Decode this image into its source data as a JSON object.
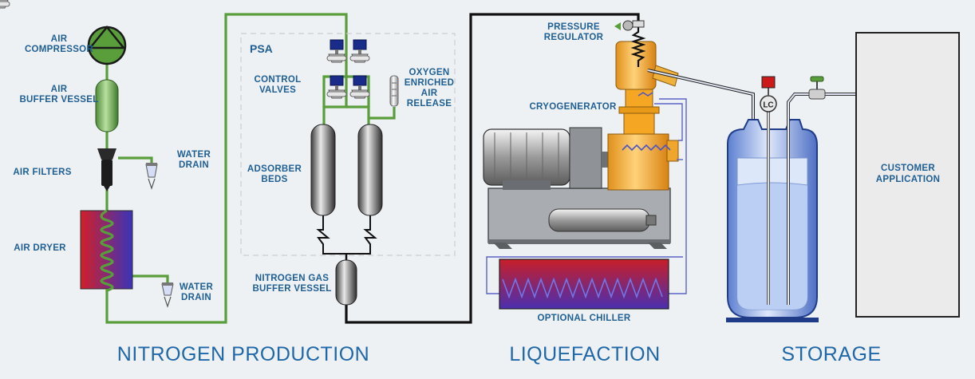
{
  "sections": {
    "production": "NITROGEN PRODUCTION",
    "liquefaction": "LIQUEFACTION",
    "storage": "STORAGE"
  },
  "labels": {
    "air_compressor": [
      "AIR",
      "COMPRESSOR"
    ],
    "air_buffer_vessel": [
      "AIR",
      "BUFFER VESSEL"
    ],
    "air_filters": [
      "AIR FILTERS"
    ],
    "water_drain_1": [
      "WATER",
      "DRAIN"
    ],
    "air_dryer": [
      "AIR DRYER"
    ],
    "water_drain_2": [
      "WATER",
      "DRAIN"
    ],
    "psa": "PSA",
    "control_valves": [
      "CONTROL",
      "VALVES"
    ],
    "oxygen_release": [
      "OXYGEN",
      "ENRICHED",
      "AIR",
      "RELEASE"
    ],
    "adsorber_beds": [
      "ADSORBER",
      "BEDS"
    ],
    "nitrogen_buffer": [
      "NITROGEN GAS",
      "BUFFER VESSEL"
    ],
    "pressure_regulator": [
      "PRESSURE",
      "REGULATOR"
    ],
    "cryogenerator": [
      "CRYOGENERATOR"
    ],
    "optional_chiller": [
      "OPTIONAL CHILLER"
    ],
    "customer_application": [
      "CUSTOMER",
      "APPLICATION"
    ],
    "level_controller": "LC"
  },
  "colors": {
    "background": "#eef1f4",
    "label": "#1f5f94",
    "section_title": "#1e67a8",
    "air_line": "#5a9e3c",
    "nitrogen_line": "#111111",
    "cryo_orange": "#f5a623",
    "chiller_red": "#c81e28",
    "chiller_blue": "#4a2fb0",
    "dewar_blue": "#6f8fd8",
    "liquid_nitrogen": "#b8ccf2"
  },
  "icons": [
    "air-compressor-icon",
    "filter-icon",
    "drain-icon",
    "valve-icon",
    "gauge-icon",
    "motor-icon",
    "dewar-icon",
    "faucet-icon"
  ]
}
